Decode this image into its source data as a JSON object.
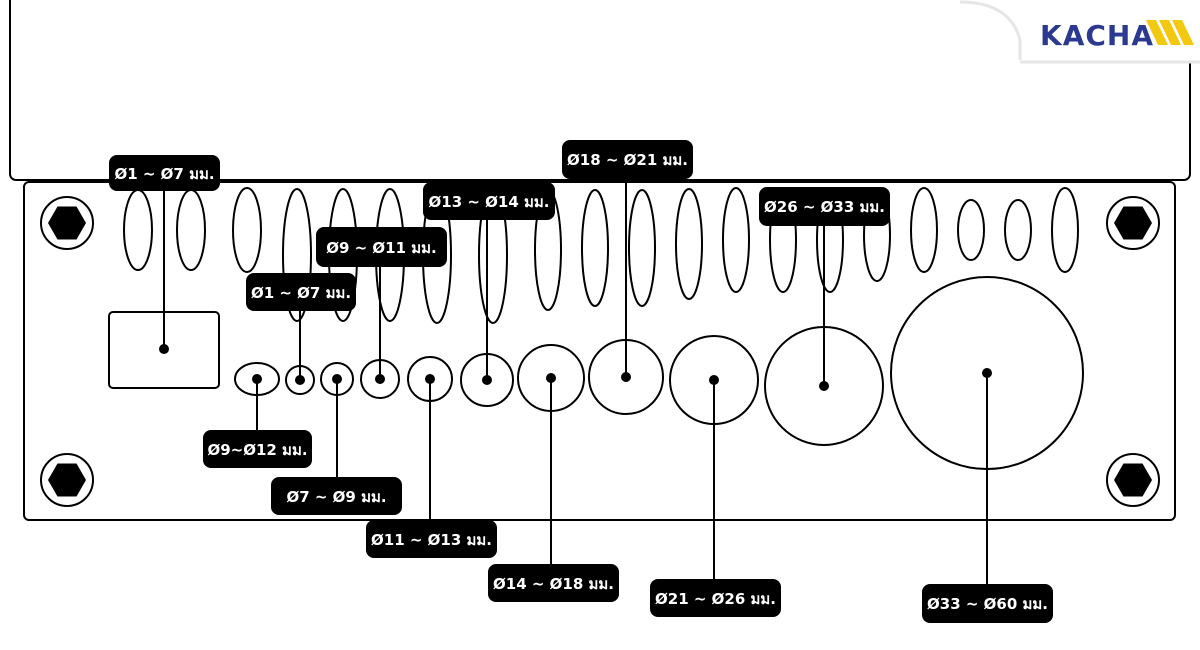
{
  "logo": {
    "brand": "KACHA",
    "brand_color": "#2b3990",
    "accent_color": "#f2c811"
  },
  "labels": [
    {
      "id": "rect",
      "text": "Ø1 ~ Ø7 มม."
    },
    {
      "id": "round-small",
      "text": "Ø1 ~ Ø7 มม."
    },
    {
      "id": "oval",
      "text": "Ø9~Ø12 มม."
    },
    {
      "id": "c2",
      "text": "Ø7 ~ Ø9 มม."
    },
    {
      "id": "c3",
      "text": "Ø9 ~ Ø11 มม."
    },
    {
      "id": "c4",
      "text": "Ø11 ~ Ø13 มม."
    },
    {
      "id": "c5",
      "text": "Ø13 ~ Ø14 มม."
    },
    {
      "id": "c6",
      "text": "Ø14 ~ Ø18 มม."
    },
    {
      "id": "c7",
      "text": "Ø18 ~ Ø21 มม."
    },
    {
      "id": "c8",
      "text": "Ø21 ~ Ø26 มม."
    },
    {
      "id": "c9",
      "text": "Ø26 ~ Ø33 มม."
    },
    {
      "id": "c10",
      "text": "Ø33 ~ Ø60 มม."
    }
  ]
}
